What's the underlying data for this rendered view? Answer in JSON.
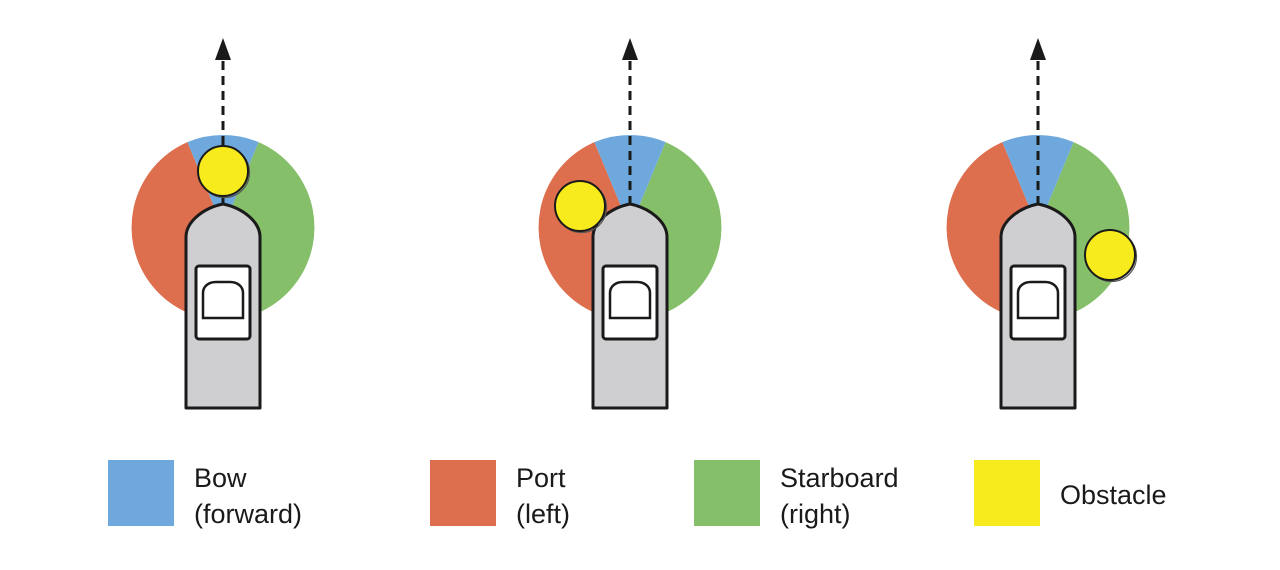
{
  "colors": {
    "bow": "#6fa8dc",
    "port": "#dd6e4e",
    "starboard": "#86bf69",
    "obstacle": "#f7eb1e",
    "hull": "#cfcfd1",
    "outline": "#1a1a1a"
  },
  "panels": [
    {
      "obstacle_sector": "bow"
    },
    {
      "obstacle_sector": "port"
    },
    {
      "obstacle_sector": "starboard"
    }
  ],
  "legend": {
    "bow": {
      "line1": "Bow",
      "line2": "(forward)"
    },
    "port": {
      "line1": "Port",
      "line2": "(left)"
    },
    "starboard": {
      "line1": "Starboard",
      "line2": "(right)"
    },
    "obstacle": {
      "line1": "Obstacle"
    }
  }
}
